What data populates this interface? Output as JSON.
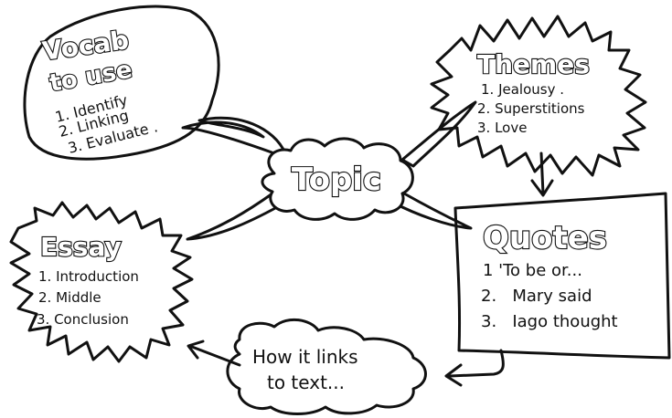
{
  "center": {
    "title": "Topic"
  },
  "vocab": {
    "title_line1": "Vocab",
    "title_line2": "to use",
    "items": [
      "1. Identify",
      "2. Linking",
      "3. Evaluate ."
    ]
  },
  "themes": {
    "title": "Themes",
    "items": [
      "1. Jealousy .",
      "2. Superstitions",
      "3. Love"
    ]
  },
  "essay": {
    "title": "Essay",
    "items": [
      "1. Introduction",
      "2. Middle",
      "3. Conclusion"
    ]
  },
  "quotes": {
    "title": "Quotes",
    "items": [
      "1 'To be or...",
      "2.   Mary said",
      "3.   Iago thought"
    ]
  },
  "links": {
    "line1": "How it links",
    "line2": "to text..."
  },
  "colors": {
    "ink": "#111111",
    "paper": "#ffffff"
  }
}
